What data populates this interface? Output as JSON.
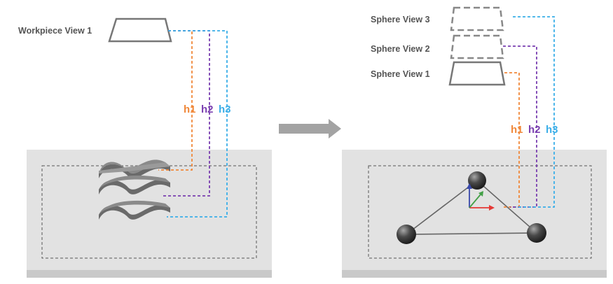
{
  "left_panel": {
    "camera_label": "Workpiece View 1",
    "height_labels": [
      "h1",
      "h2",
      "h3"
    ]
  },
  "right_panel": {
    "camera_labels": [
      "Sphere View 3",
      "Sphere View 2",
      "Sphere View 1"
    ],
    "height_labels": [
      "h1",
      "h2",
      "h3"
    ]
  },
  "colors": {
    "h1": "#f0883a",
    "h2": "#7a3fb0",
    "h3": "#3aaee8",
    "platform_top": "#e2e2e2",
    "platform_side": "#c9c9c9",
    "arrow": "#a3a3a3",
    "axis_x": "#e53935",
    "axis_y": "#43a047",
    "axis_z": "#3949ab"
  }
}
